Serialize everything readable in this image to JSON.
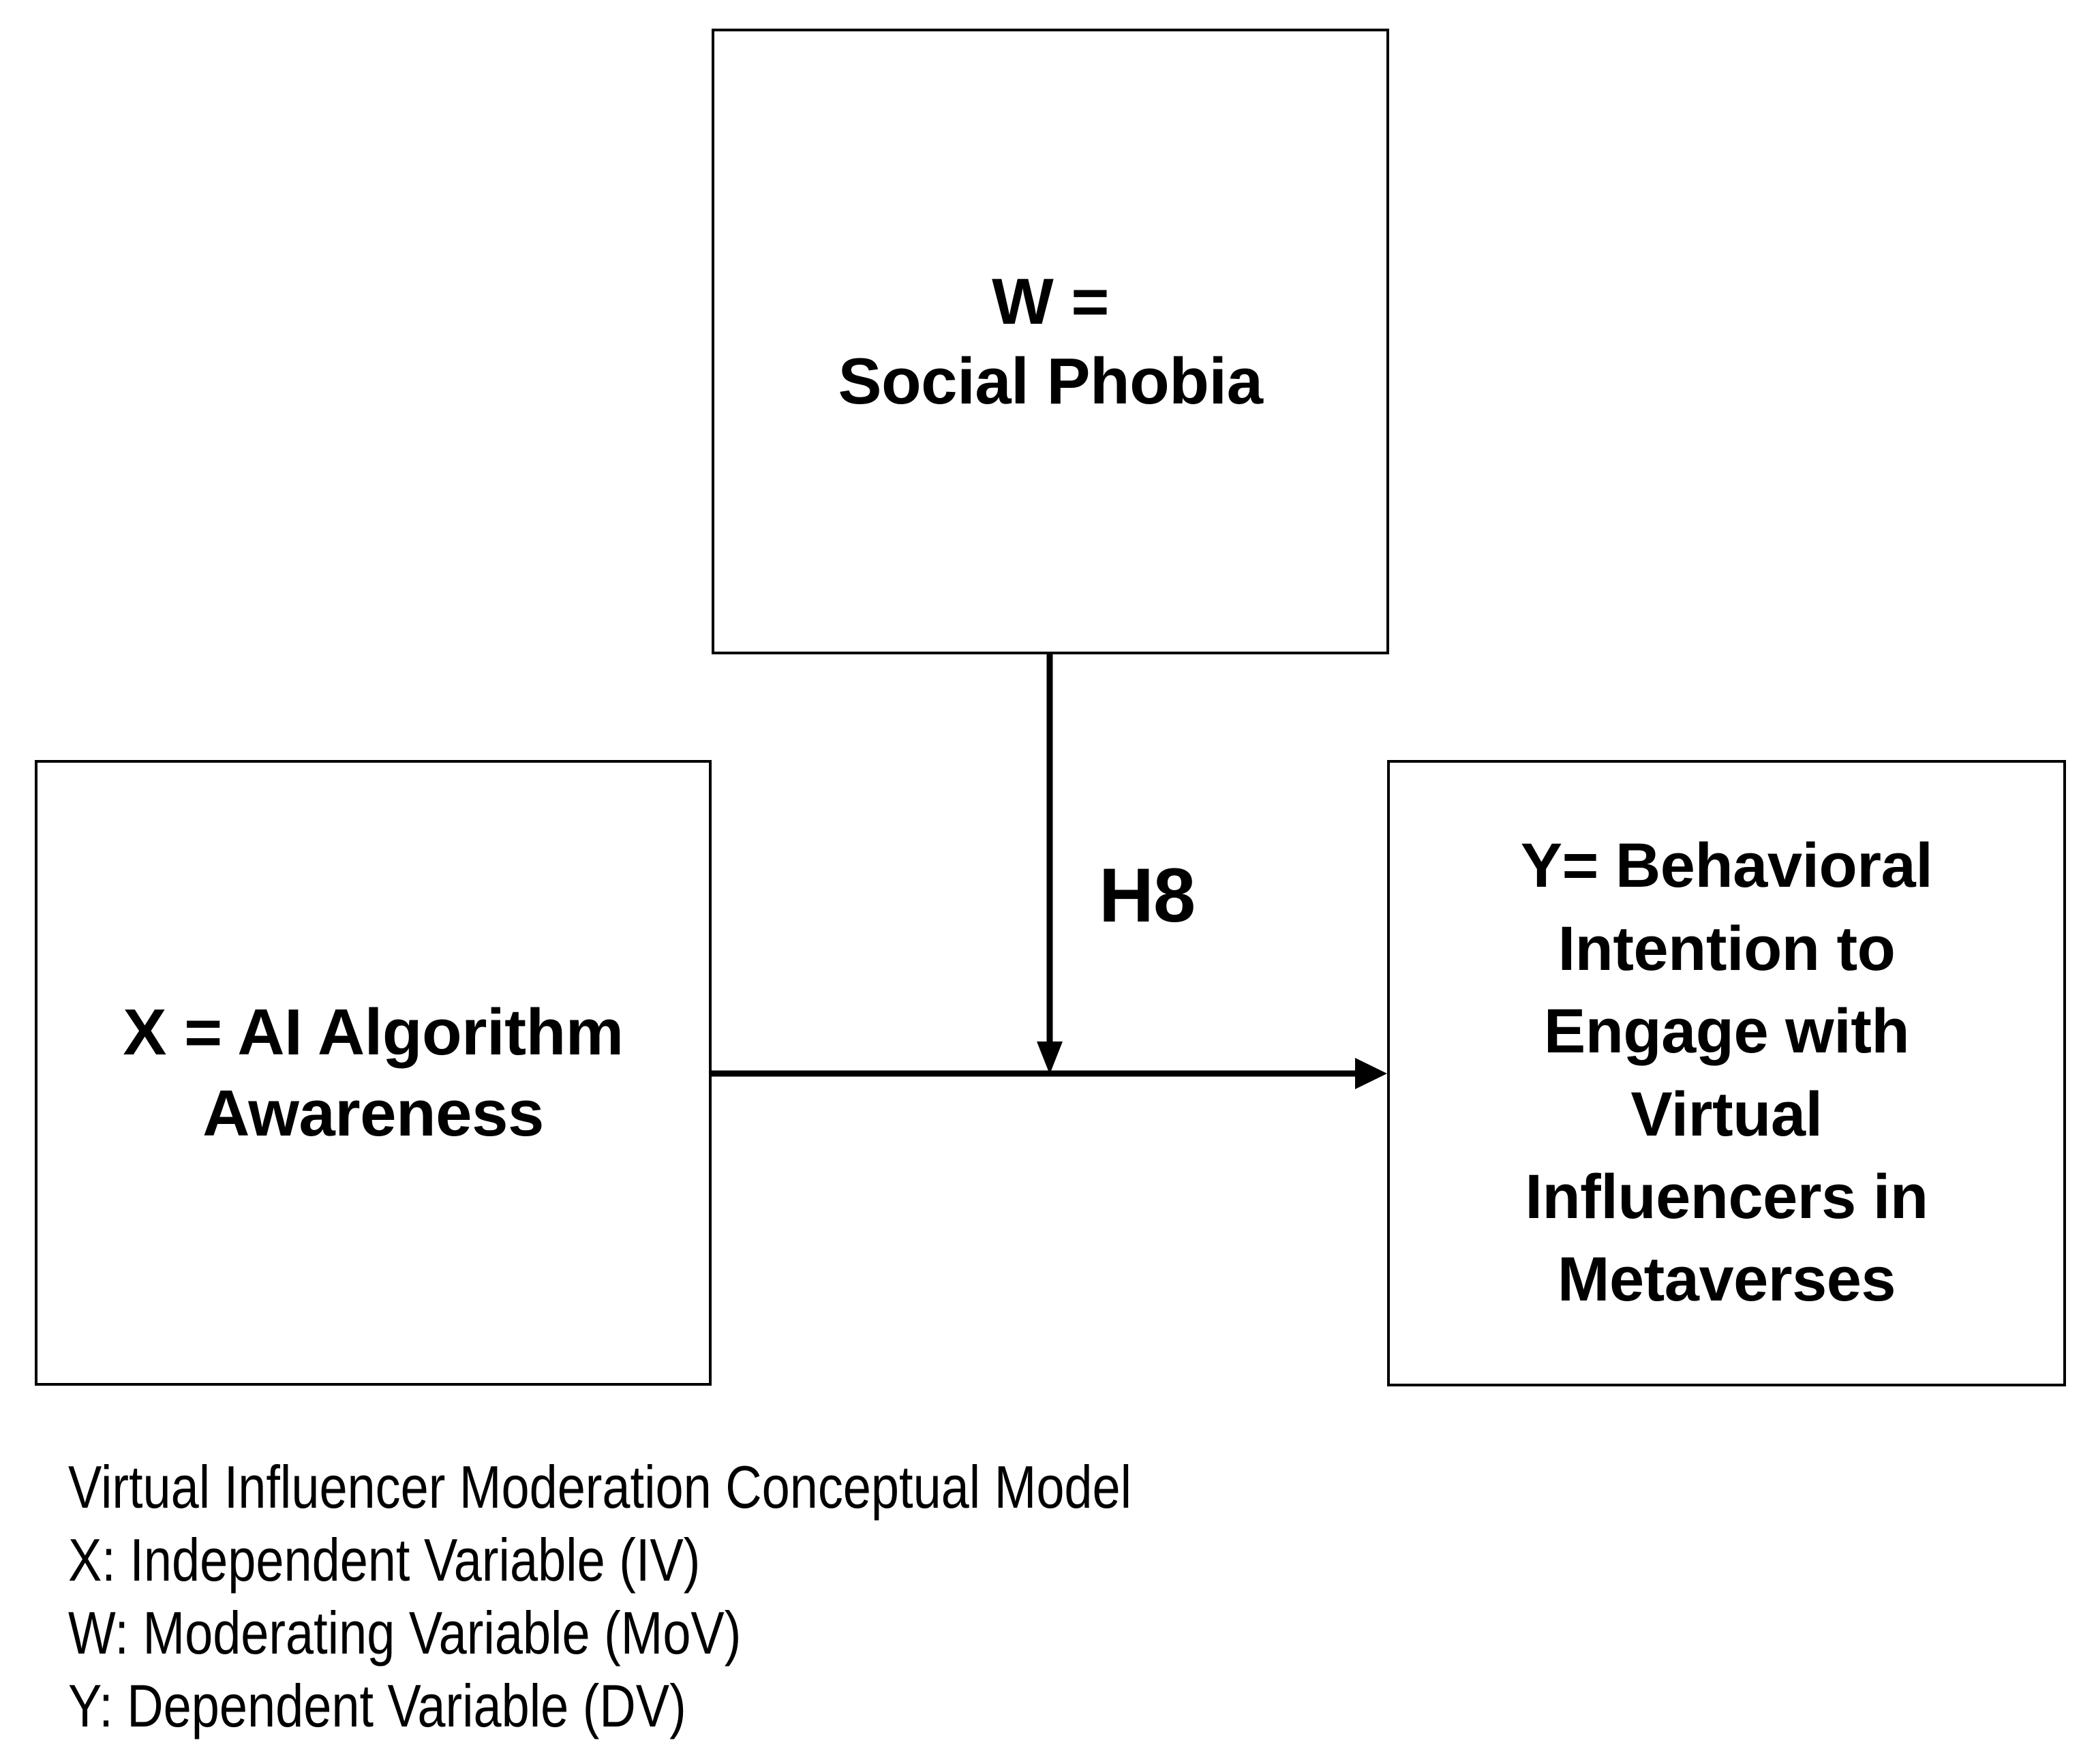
{
  "diagram": {
    "title": "Virtual Influencer Moderation Conceptual Model",
    "nodes": {
      "moderator": {
        "id": "W",
        "label": "W =\nSocial Phobia",
        "role": "Moderating Variable"
      },
      "independent": {
        "id": "X",
        "label": "X = AI Algorithm\nAwareness",
        "role": "Independent Variable"
      },
      "dependent": {
        "id": "Y",
        "label": "Y= Behavioral\nIntention to\nEngage with\nVirtual\nInfluencers in\nMetaverses",
        "role": "Dependent Variable"
      }
    },
    "edges": {
      "moderation": {
        "label": "H8",
        "from": "W",
        "to": "X-to-Y path"
      },
      "main_path": {
        "label": "",
        "from": "X",
        "to": "Y"
      }
    },
    "legend": {
      "lines": [
        "Virtual Influencer Moderation Conceptual Model",
        "X: Independent Variable (IV)",
        "W: Moderating Variable (MoV)",
        "Y: Dependent Variable (DV)"
      ]
    },
    "colors": {
      "stroke": "#000000",
      "fill": "#ffffff",
      "text": "#000000"
    }
  }
}
